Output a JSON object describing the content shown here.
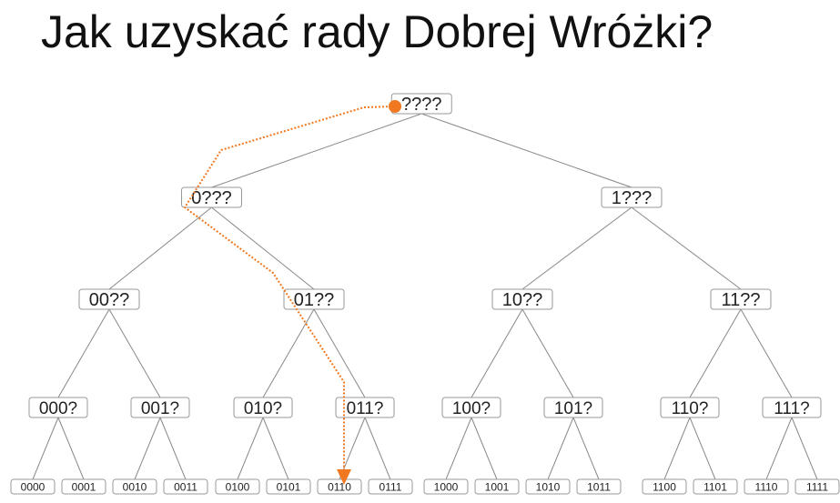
{
  "slide": {
    "title": "Jak uzyskać rady Dobrej Wróżki?"
  },
  "tree": {
    "levels": [
      [
        "????"
      ],
      [
        "0???",
        "1???"
      ],
      [
        "00??",
        "01??",
        "10??",
        "11??"
      ],
      [
        "000?",
        "001?",
        "010?",
        "011?",
        "100?",
        "101?",
        "110?",
        "111?"
      ],
      [
        "0000",
        "0001",
        "0010",
        "0011",
        "0100",
        "0101",
        "0110",
        "0111",
        "1000",
        "1001",
        "1010",
        "1011",
        "1100",
        "1101",
        "1110",
        "1111"
      ]
    ],
    "path": [
      "????",
      "0???",
      "01??",
      "011?",
      "0110"
    ]
  },
  "colors": {
    "path": "#f07820",
    "edge": "#888888",
    "node_border": "#999999",
    "text": "#222222"
  }
}
